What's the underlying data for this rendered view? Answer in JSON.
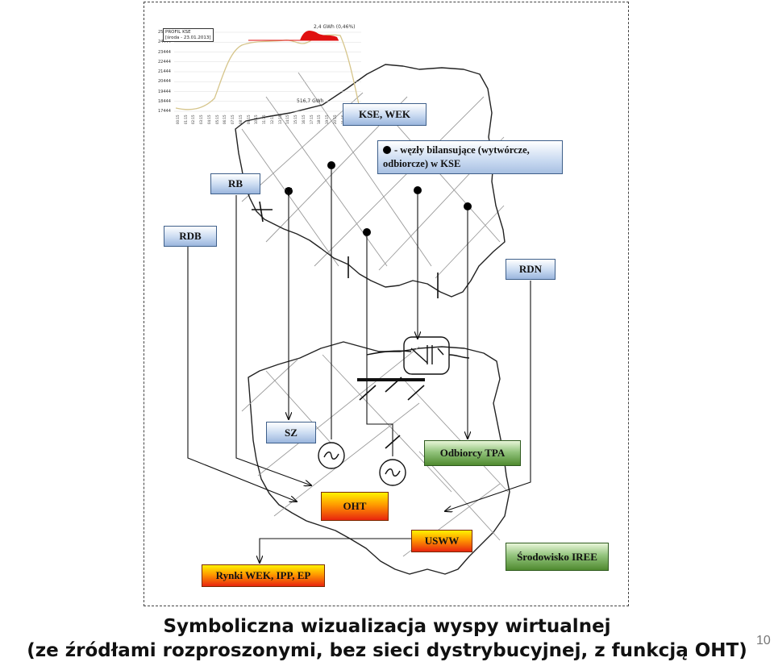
{
  "chart_inset": {
    "title_line1": "PROFIL KSE",
    "title_line2": "[środa - 23.01.2013]",
    "peak_label": "2,4 GWh (0,46%)",
    "total_label": "516,7 GWh",
    "y_ticks": [
      "25444",
      "24444",
      "23444",
      "22444",
      "21444",
      "20444",
      "19444",
      "18444",
      "17444"
    ],
    "x_ticks": [
      "00:15",
      "01:15",
      "02:15",
      "03:15",
      "04:15",
      "05:15",
      "06:15",
      "07:15",
      "08:15",
      "09:15",
      "10:15",
      "11:15",
      "12:15",
      "13:15",
      "14:15",
      "15:15",
      "16:15",
      "17:15",
      "18:15",
      "19:15",
      "20:15",
      "21:15",
      "22:15",
      "23:15"
    ]
  },
  "labels": {
    "kse_wek": "KSE, WEK",
    "legend": "- węzły bilansujące (wytwórcze, odbiorcze) w KSE",
    "rb": "RB",
    "rdb": "RDB",
    "rdn": "RDN",
    "sz": "SZ",
    "odbiorcy": "Odbiorcy TPA",
    "oht": "OHT",
    "usww": "USWW",
    "srodowisko": "Środowisko IREE",
    "rynki": "Rynki WEK, IPP, EP"
  },
  "caption": {
    "line1": "Symboliczna wizualizacja wyspy wirtualnej",
    "line2": "(ze źródłami rozproszonymi, bez sieci dystrybucyjnej, z funkcją OHT)"
  },
  "page_number": "10",
  "colors": {
    "blue_label": "#c9daf1",
    "green_label": "#4f8a2f",
    "fire_top": "#fff200",
    "fire_bottom": "#e8250e",
    "curve": "#d6c58b",
    "peak_fill": "#e01010"
  }
}
